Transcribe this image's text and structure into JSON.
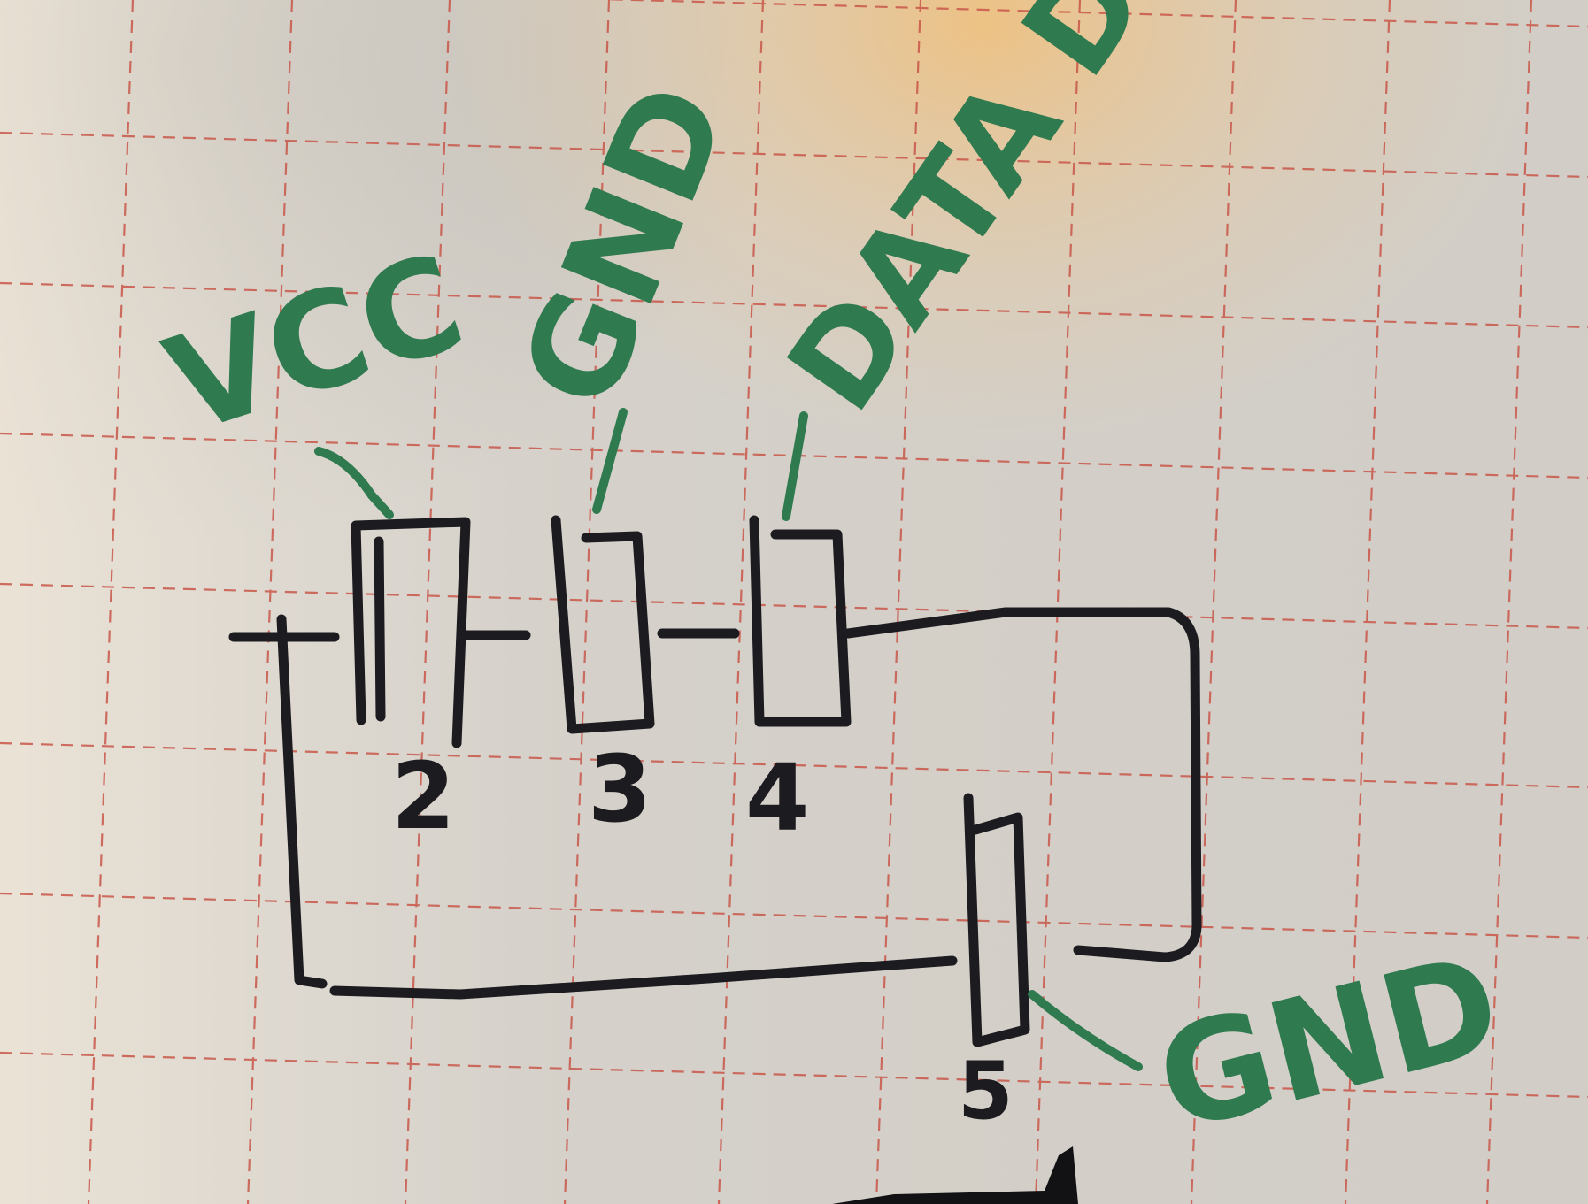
{
  "labels": {
    "vcc": "VCC",
    "gnd_top": "GND",
    "data": "DATA DO",
    "gnd_bottom": "GND"
  },
  "pins": {
    "pin2": "2",
    "pin3": "3",
    "pin4": "4",
    "pin5": "5"
  },
  "colors": {
    "paper": "#cfcbc4",
    "grid": "#c9574a",
    "ink": "#1c1b1f",
    "marker_green": "#2f7a4f"
  }
}
